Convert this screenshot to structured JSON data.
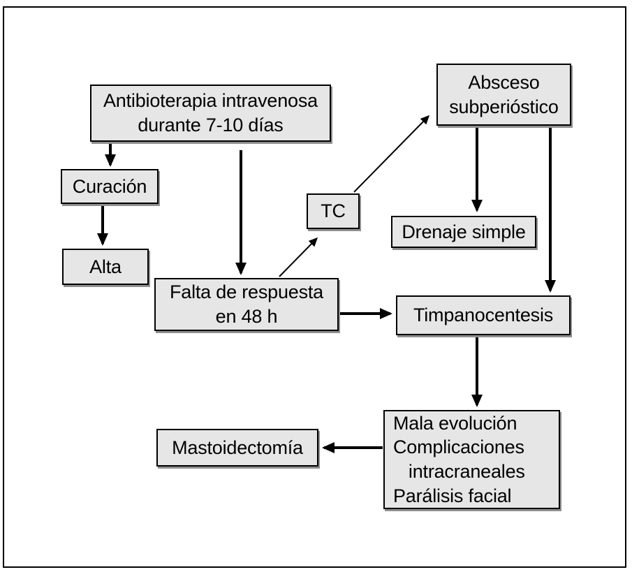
{
  "diagram": {
    "description": "Flujo de tratamiento (flowchart)",
    "nodes": {
      "antibioterapia": {
        "label": "Antibioterapia intravenosa\ndurante 7-10 días"
      },
      "curacion": {
        "label": "Curación"
      },
      "alta": {
        "label": "Alta"
      },
      "tc": {
        "label": "TC"
      },
      "absceso_subperiostico": {
        "label": "Absceso\nsubperióstico"
      },
      "drenaje_simple": {
        "label": "Drenaje simple"
      },
      "falta_de_respuesta": {
        "label": "Falta de respuesta\nen 48 h"
      },
      "timpanocentesis": {
        "label": "Timpanocentesis"
      },
      "mala_evolucion": {
        "label": "Mala evolución\nComplicaciones\n   intracraneales\nParálisis facial"
      },
      "mastoidectomia": {
        "label": "Mastoidectomía"
      }
    },
    "edges": [
      {
        "from": "antibioterapia",
        "to": "curacion"
      },
      {
        "from": "curacion",
        "to": "alta"
      },
      {
        "from": "antibioterapia",
        "to": "falta_de_respuesta"
      },
      {
        "from": "falta_de_respuesta",
        "to": "tc"
      },
      {
        "from": "tc",
        "to": "absceso_subperiostico"
      },
      {
        "from": "absceso_subperiostico",
        "to": "drenaje_simple"
      },
      {
        "from": "absceso_subperiostico",
        "to": "timpanocentesis"
      },
      {
        "from": "falta_de_respuesta",
        "to": "timpanocentesis"
      },
      {
        "from": "timpanocentesis",
        "to": "mala_evolucion"
      },
      {
        "from": "mala_evolucion",
        "to": "mastoidectomia"
      }
    ],
    "colors": {
      "node_fill": "#e6e6e6",
      "node_border": "#000000",
      "node_shadow": "#8f8f8f",
      "arrow": "#000000",
      "background": "#ffffff",
      "frame_border": "#000000"
    }
  }
}
